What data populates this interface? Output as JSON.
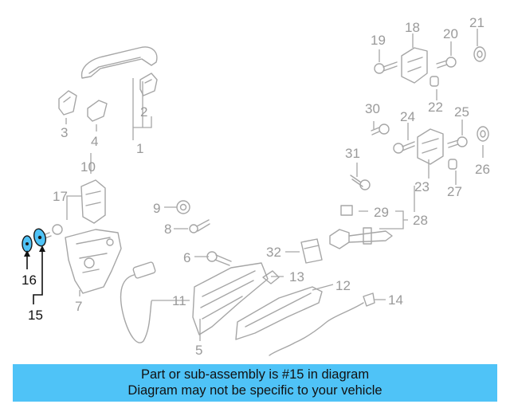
{
  "callouts": {
    "c1": "1",
    "c2": "2",
    "c3": "3",
    "c4": "4",
    "c5": "5",
    "c6": "6",
    "c7": "7",
    "c8": "8",
    "c9": "9",
    "c10": "10",
    "c11": "11",
    "c12": "12",
    "c13": "13",
    "c14": "14",
    "c15": "15",
    "c16": "16",
    "c17": "17",
    "c18": "18",
    "c19": "19",
    "c20": "20",
    "c21": "21",
    "c22": "22",
    "c23": "23",
    "c24": "24",
    "c25": "25",
    "c26": "26",
    "c27": "27",
    "c28": "28",
    "c29": "29",
    "c30": "30",
    "c31": "31",
    "c32": "32"
  },
  "highlighted_part": "15",
  "banner": {
    "line1": "Part or sub-assembly is #15 in diagram",
    "line2": "Diagram may not be specific to your vehicle"
  },
  "colors": {
    "highlight": "#4fc3f7",
    "line_art": "#a6a6a6",
    "selected_text": "#111111"
  }
}
